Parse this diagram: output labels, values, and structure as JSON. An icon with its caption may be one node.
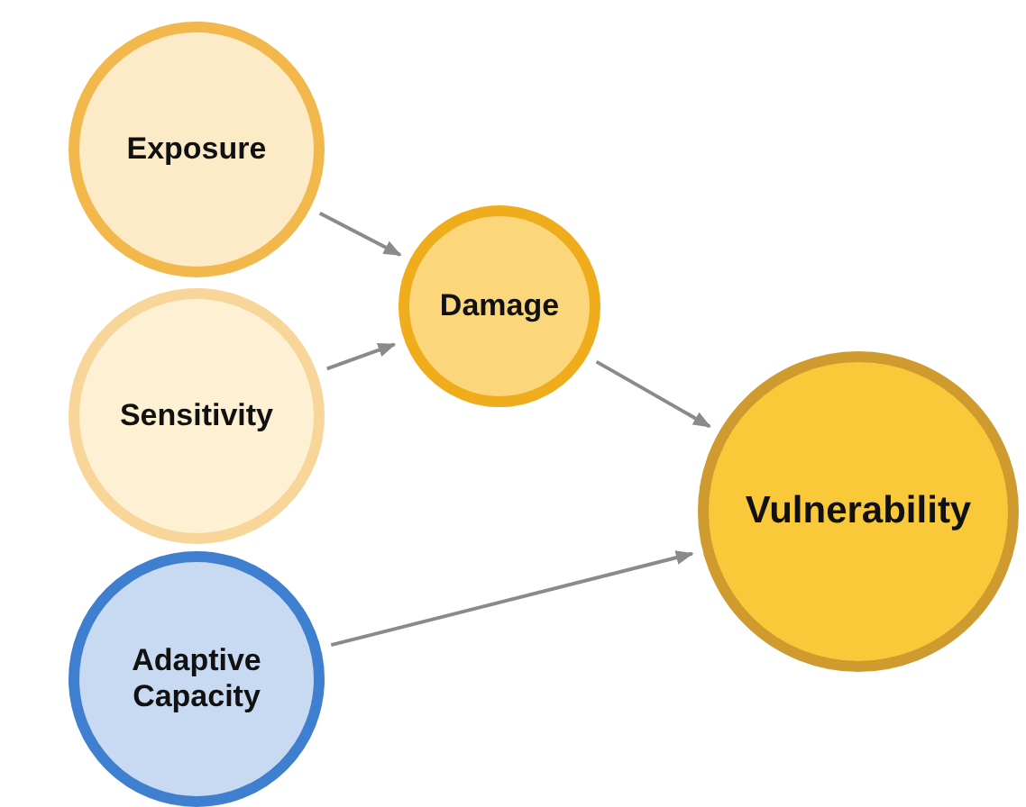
{
  "diagram": {
    "nodes": [
      {
        "text": [
          "Exposure"
        ]
      },
      {
        "text": [
          "Sensitivity"
        ]
      },
      {
        "text": [
          "Adaptive Capacity"
        ]
      },
      {
        "text": [
          "Damage"
        ]
      },
      {
        "text": [
          "Vulnerability"
        ]
      }
    ],
    "edges": [
      {
        "from": 0,
        "to": 3,
        "arrow": "to"
      },
      {
        "from": 1,
        "to": 3,
        "arrow": "to"
      },
      {
        "from": 3,
        "to": 4,
        "arrow": "to"
      },
      {
        "from": 2,
        "to": 4,
        "arrow": "to"
      }
    ]
  }
}
